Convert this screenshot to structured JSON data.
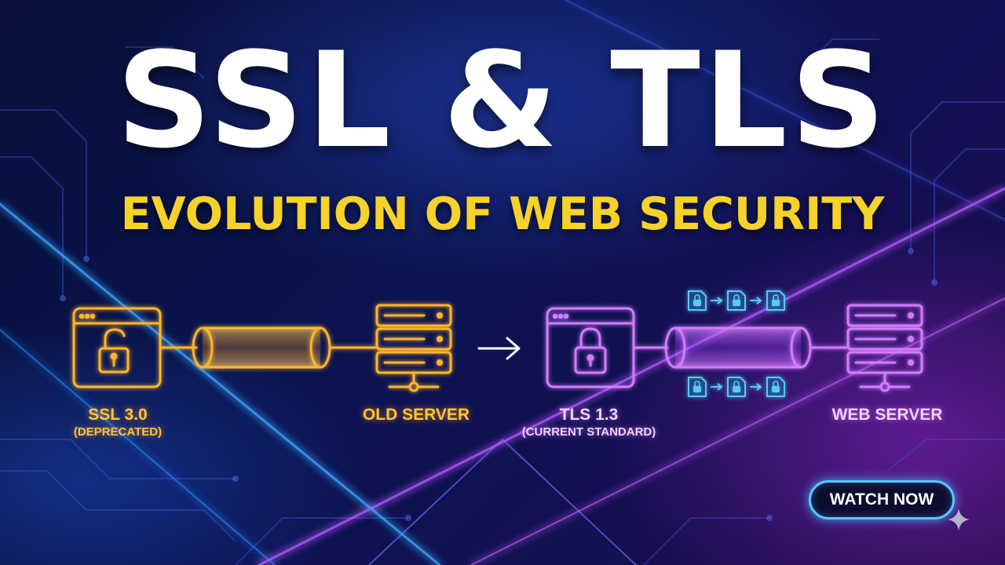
{
  "title": "SSL & TLS",
  "subtitle": "EVOLUTION OF WEB SECURITY",
  "legacy": {
    "protocol": "SSL 3.0",
    "status": "(DEPRECATED)",
    "server": "OLD SERVER",
    "client_icon": "unlocked-browser-window-icon",
    "tunnel_icon": "connection-pipe-icon",
    "server_icon": "server-rack-icon",
    "color": "#ffb52e"
  },
  "modern": {
    "protocol": "TLS 1.3",
    "status": "(CURRENT STANDARD)",
    "server": "WEB SERVER",
    "client_icon": "locked-browser-window-icon",
    "tunnel_icon": "encrypted-pipe-icon",
    "server_icon": "server-rack-icon",
    "packet_icon": "locked-document-icon",
    "color": "#d37bff"
  },
  "transition_icon": "arrow-right-icon",
  "watch_button": "WATCH NOW",
  "corner_icon": "sparkle-icon",
  "colors": {
    "title": "#ffffff",
    "subtitle": "#f6d22b",
    "accent_blue": "#58c8ff",
    "background": "#0b1450"
  }
}
